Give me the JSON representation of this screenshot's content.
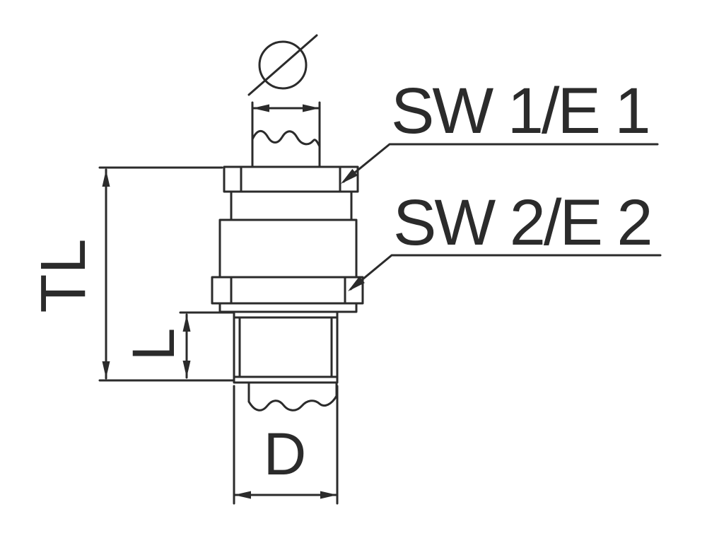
{
  "drawing": {
    "background_color": "#ffffff",
    "line_color": "#2b2b2b",
    "labels": {
      "sw1": "SW 1/E 1",
      "sw2": "SW 2/E 2",
      "total_length": "TL",
      "thread_length": "L",
      "thread_diameter": "D"
    },
    "icons": {
      "diameter_symbol": "circle-with-slash"
    }
  }
}
